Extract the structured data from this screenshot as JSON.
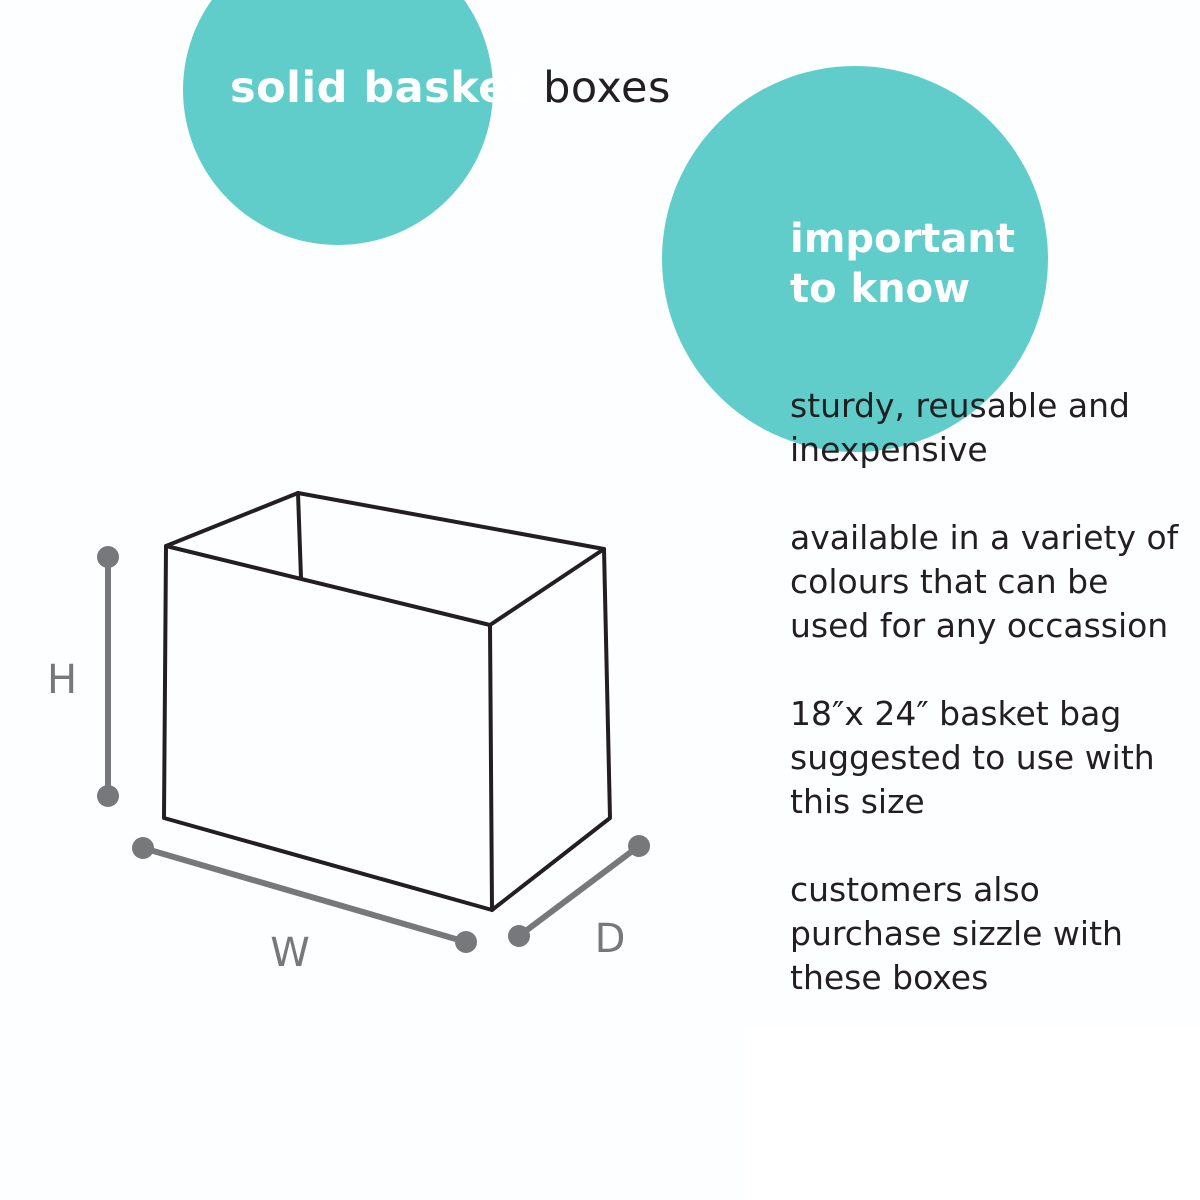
{
  "colors": {
    "accent": "#61cdca",
    "text": "#231f20",
    "dimension": "#77787b",
    "box_outline": "#231f20"
  },
  "title": {
    "strong": "solid basket",
    "rest": "boxes"
  },
  "info": {
    "heading_lines": [
      "important",
      "to know"
    ],
    "items": [
      {
        "lines": [
          "sturdy, reusable and",
          "inexpensive"
        ]
      },
      {
        "lines": [
          "available in a variety of",
          "colours that can be",
          "used for any occassion"
        ]
      },
      {
        "lines": [
          "18″x 24″ basket bag",
          "suggested to use with",
          "this size"
        ]
      },
      {
        "lines": [
          "customers also",
          "purchase sizzle with",
          "these boxes"
        ]
      }
    ]
  },
  "diagram": {
    "height_label": "H",
    "width_label": "W",
    "depth_label": "D"
  }
}
